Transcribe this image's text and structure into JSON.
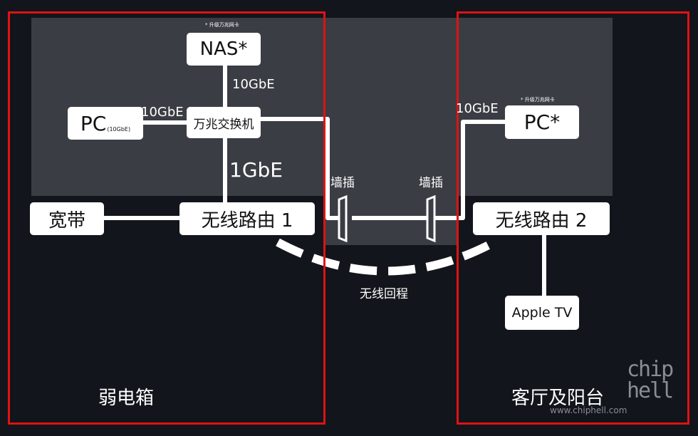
{
  "zones": {
    "left_label": "弱电箱",
    "right_label": "客厅及阳台"
  },
  "nodes": {
    "nas": "NAS*",
    "nas_note": "* 升级万兆网卡",
    "switch": "万兆交换机",
    "pc_left": "PC",
    "pc_left_sub": "(10GbE)",
    "broadband": "宽带",
    "router1": "无线路由 1",
    "router2": "无线路由 2",
    "pc_right": "PC*",
    "pc_right_note": "* 升级万兆网卡",
    "apple_tv": "Apple TV"
  },
  "links": {
    "nas_switch": "10GbE",
    "pc_switch": "10GbE",
    "switch_router": "1GbE",
    "pc_right_link": "10GbE",
    "wall_plug_left": "墙插",
    "wall_plug_right": "墙插",
    "wireless_backhaul": "无线回程"
  },
  "watermark": {
    "logo": "chip hell",
    "url": "www.chiphell.com"
  },
  "colors": {
    "background": "#12151b",
    "panel": "#3a3d44",
    "zone_border": "#e01212",
    "node_fill": "#ffffff",
    "line": "#ffffff"
  }
}
